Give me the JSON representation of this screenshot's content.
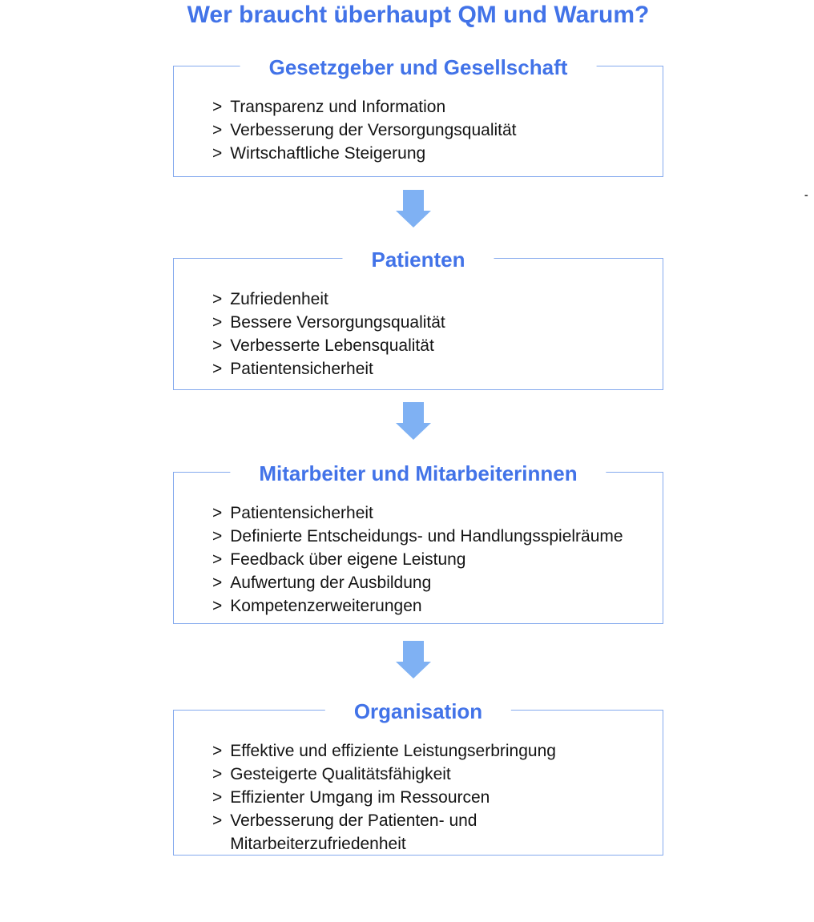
{
  "page": {
    "title": "Wer braucht überhaupt QM und Warum?"
  },
  "colors": {
    "heading": "#4273e8",
    "box_border": "#85aaee",
    "arrow": "#7fb1f3",
    "text": "#141414",
    "bg": "#ffffff"
  },
  "marker": ">",
  "stray_mark": "-",
  "boxes": [
    {
      "title": "Gesetzgeber und Gesellschaft",
      "items": [
        "Transparenz und Information",
        "Verbesserung der Versorgungsqualität",
        "Wirtschaftliche Steigerung"
      ]
    },
    {
      "title": "Patienten",
      "items": [
        "Zufriedenheit",
        "Bessere Versorgungsqualität",
        "Verbesserte Lebensqualität",
        "Patientensicherheit"
      ]
    },
    {
      "title": "Mitarbeiter und Mitarbeiterinnen",
      "items": [
        "Patientensicherheit",
        "Definierte Entscheidungs- und Handlungsspielräume",
        "Feedback über eigene Leistung",
        "Aufwertung der Ausbildung",
        "Kompetenzerweiterungen"
      ]
    },
    {
      "title": "Organisation",
      "items": [
        "Effektive und effiziente Leistungserbringung",
        "Gesteigerte Qualitätsfähigkeit",
        "Effizienter Umgang im Ressourcen",
        "Verbesserung der Patienten- und Mitarbeiterzufriedenheit"
      ]
    }
  ]
}
